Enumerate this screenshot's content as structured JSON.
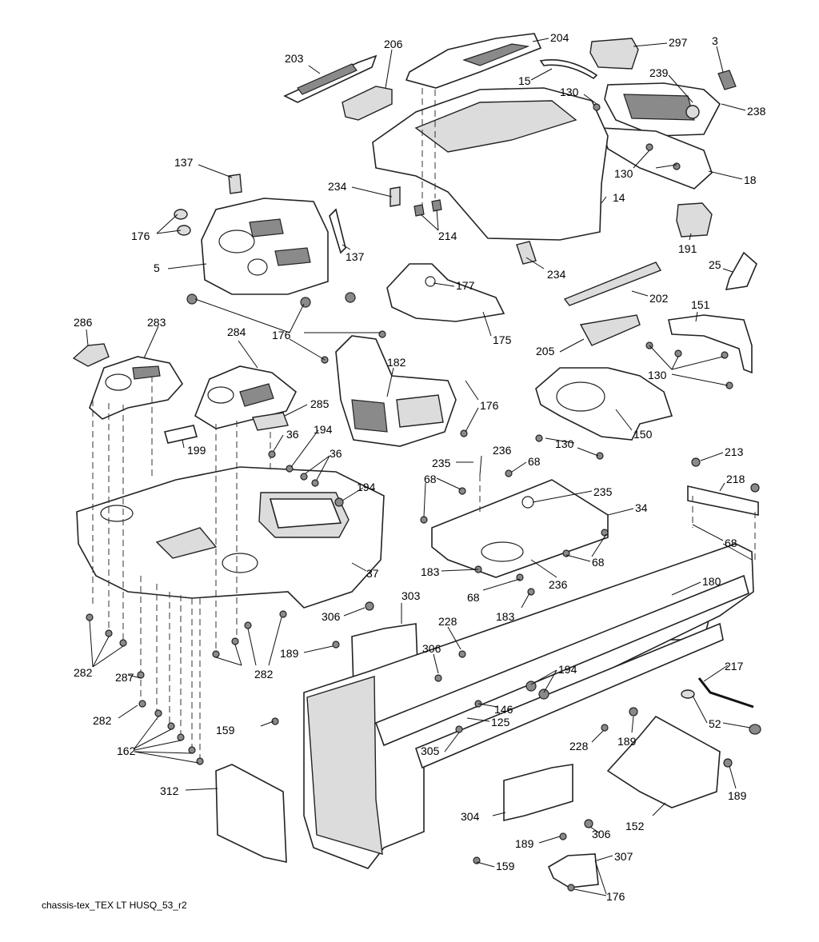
{
  "caption": "chassis-tex_TEX LT HUSQ_53_r2",
  "callouts": {
    "c203": "203",
    "c206": "206",
    "c204": "204",
    "c297": "297",
    "c3": "3",
    "c15": "15",
    "c239": "239",
    "c130a": "130",
    "c238": "238",
    "c130b": "130",
    "c18": "18",
    "c137a": "137",
    "c234a": "234",
    "c14": "14",
    "c176a": "176",
    "c214": "214",
    "c5": "5",
    "c137b": "137",
    "c191": "191",
    "c234b": "234",
    "c25": "25",
    "c177": "177",
    "c202": "202",
    "c151": "151",
    "c176b": "176",
    "c175": "175",
    "c286": "286",
    "c283": "283",
    "c284": "284",
    "c182": "182",
    "c205": "205",
    "c130c": "130",
    "c285": "285",
    "c176c": "176",
    "c150": "150",
    "c36a": "36",
    "c194a": "194",
    "c36b": "36",
    "c199": "199",
    "c236a": "236",
    "c235a": "235",
    "c68a": "68",
    "c130d": "130",
    "c213": "213",
    "c68b": "68",
    "c194b": "194",
    "c218": "218",
    "c235b": "235",
    "c34": "34",
    "c68c": "68",
    "c68d": "68",
    "c37": "37",
    "c183a": "183",
    "c68e": "68",
    "c236b": "236",
    "c180": "180",
    "c303": "303",
    "c306a": "306",
    "c183b": "183",
    "c228a": "228",
    "c189a": "189",
    "c306b": "306",
    "c194c": "194",
    "c217": "217",
    "c282a": "282",
    "c287": "287",
    "c282b": "282",
    "c146": "146",
    "c125": "125",
    "c282c": "282",
    "c159a": "159",
    "c52": "52",
    "c189b": "189",
    "c162": "162",
    "c305": "305",
    "c228b": "228",
    "c189c": "189",
    "c312": "312",
    "c304": "304",
    "c306c": "306",
    "c152": "152",
    "c189d": "189",
    "c307": "307",
    "c159b": "159",
    "c176d": "176"
  }
}
